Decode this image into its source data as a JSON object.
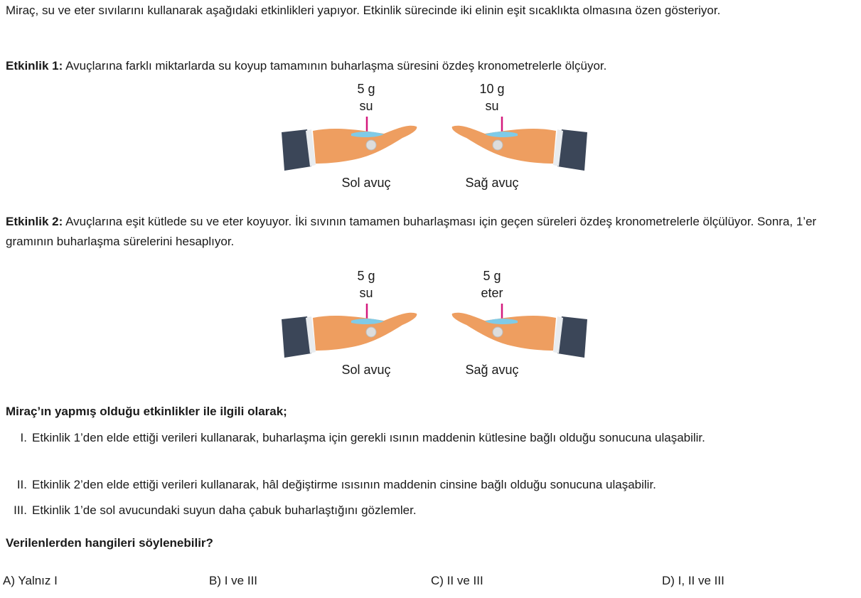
{
  "intro": "Miraç, su ve eter sıvılarını kullanarak aşağıdaki etkinlikleri yapıyor. Etkinlik sürecinde iki elinin eşit sıcaklıkta olmasına özen gösteriyor.",
  "activity1": {
    "label": "Etkinlik 1:",
    "text": " Avuçlarına farklı miktarlarda su koyup tamamının buharlaşma süresini özdeş kronometrelerle ölçüyor.",
    "left": {
      "amount": "5 g",
      "substance": "su",
      "palm": "Sol avuç"
    },
    "right": {
      "amount": "10 g",
      "substance": "su",
      "palm": "Sağ avuç"
    }
  },
  "activity2": {
    "label": "Etkinlik 2:",
    "text": " Avuçlarına eşit kütlede su ve eter koyuyor. İki sıvının tamamen buharlaşması için geçen süreleri özdeş kronometrelerle ölçülüyor. Sonra, 1’er gramının buharlaşma sürelerini hesaplıyor.",
    "left": {
      "amount": "5 g",
      "substance": "su",
      "palm": "Sol avuç"
    },
    "right": {
      "amount": "5 g",
      "substance": "eter",
      "palm": "Sağ avuç"
    }
  },
  "question": "Miraç’ın yapmış olduğu etkinlikler ile ilgili olarak;",
  "statements": [
    {
      "num": "I.",
      "text": "Etkinlik 1’den elde ettiği verileri kullanarak, buharlaşma için gerekli ısının maddenin kütlesine bağlı olduğu sonucuna ulaşabilir."
    },
    {
      "num": "II.",
      "text": "Etkinlik 2’den elde ettiği verileri kullanarak, hâl değiştirme ısısının maddenin cinsine bağlı olduğu sonucuna ulaşabilir."
    },
    {
      "num": "III.",
      "text": "Etkinlik 1’de sol avucundaki suyun daha çabuk buharlaştığını gözlemler."
    }
  ],
  "verilen": "Verilenlerden hangileri söylenebilir?",
  "options": [
    {
      "text": "A) Yalnız I"
    },
    {
      "text": "B) I ve III"
    },
    {
      "text": "C) II ve III"
    },
    {
      "text": "D) I, II ve III"
    }
  ],
  "colors": {
    "skin": "#ee9e60",
    "sleeve": "#3b4658",
    "liquid": "#7fcbe8",
    "pointer": "#d4197d",
    "text": "#1a1a1a"
  }
}
